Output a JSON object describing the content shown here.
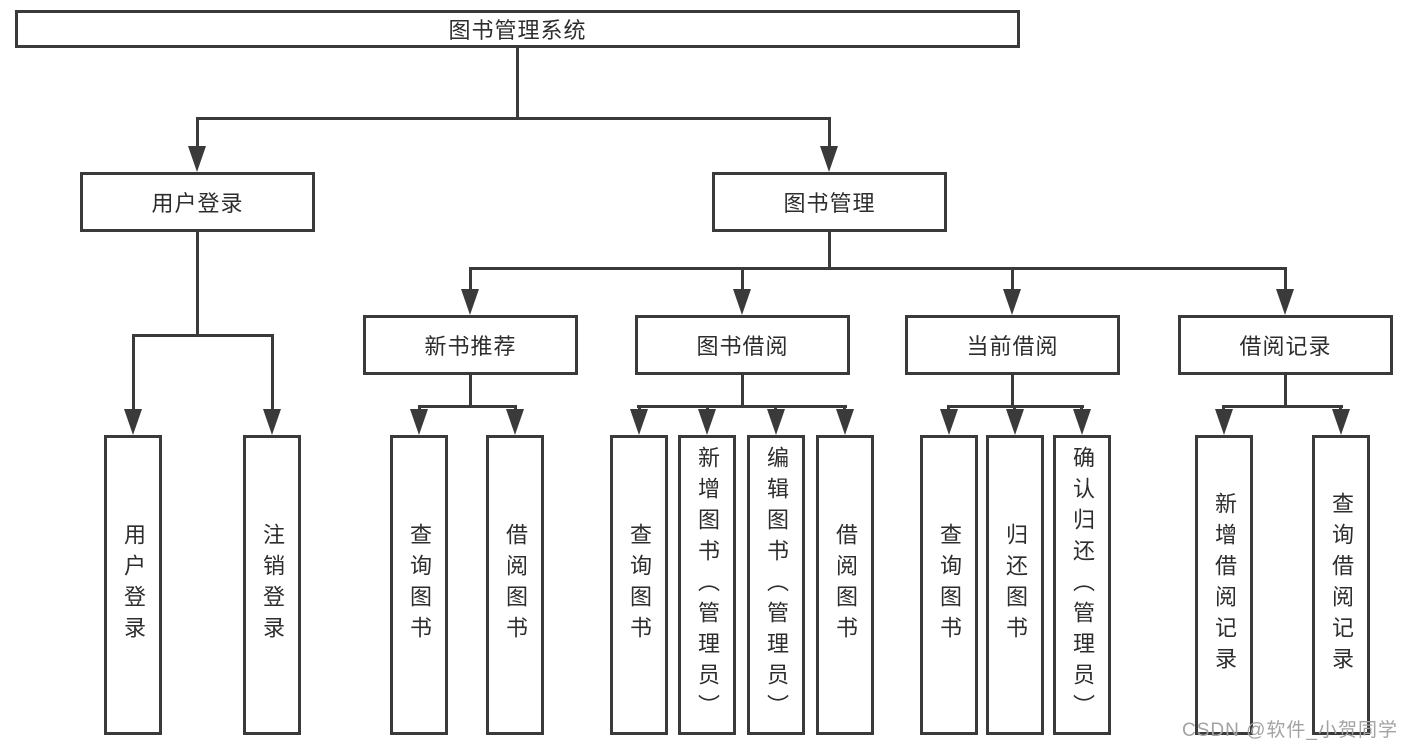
{
  "diagram_type": "hierarchy-tree",
  "watermark": "CSDN @软件_小贺同学",
  "colors": {
    "background": "#ffffff",
    "line": "#3a3a3a",
    "text": "#2d2d2d",
    "watermark": "#a3a3a3"
  },
  "tree": {
    "label": "图书管理系统",
    "children": [
      {
        "label": "用户登录",
        "children": [
          {
            "label": "用户登录"
          },
          {
            "label": "注销登录"
          }
        ]
      },
      {
        "label": "图书管理",
        "children": [
          {
            "label": "新书推荐",
            "children": [
              {
                "label": "查询图书"
              },
              {
                "label": "借阅图书"
              }
            ]
          },
          {
            "label": "图书借阅",
            "children": [
              {
                "label": "查询图书"
              },
              {
                "label": "新增图书（管理员）"
              },
              {
                "label": "编辑图书（管理员）"
              },
              {
                "label": "借阅图书"
              }
            ]
          },
          {
            "label": "当前借阅",
            "children": [
              {
                "label": "查询图书"
              },
              {
                "label": "归还图书"
              },
              {
                "label": "确认归还（管理员）"
              }
            ]
          },
          {
            "label": "借阅记录",
            "children": [
              {
                "label": "新增借阅记录"
              },
              {
                "label": "查询借阅记录"
              }
            ]
          }
        ]
      }
    ]
  }
}
